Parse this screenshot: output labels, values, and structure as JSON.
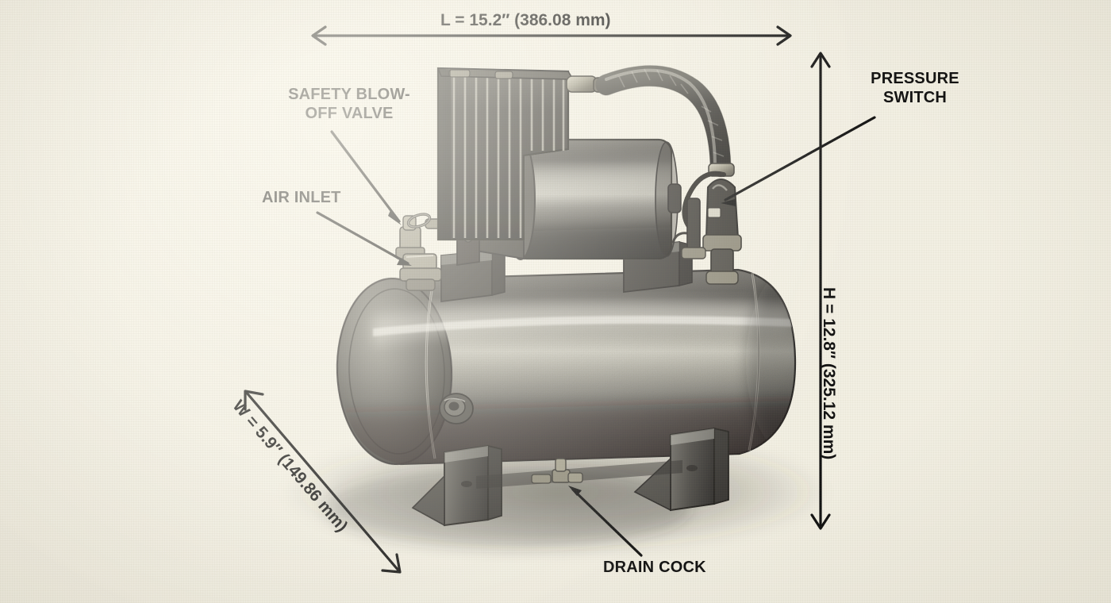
{
  "illustration": {
    "subject": "portable air compressor with horizontal air tank",
    "style": "pencil sketch technical illustration",
    "background_color": "#f2efe3",
    "ink_color": "#111111"
  },
  "dimensions": {
    "length": {
      "id": "L",
      "text": "L = 15.2″ (386.08 mm)",
      "orientation": "horizontal",
      "position": "top"
    },
    "height": {
      "id": "H",
      "text": "H = 12.8″ (325.12 mm)",
      "orientation": "vertical",
      "position": "right"
    },
    "width": {
      "id": "W",
      "text": "W = 5.9″ (149.86 mm)",
      "orientation": "diagonal",
      "position": "bottom-left"
    }
  },
  "callouts": [
    {
      "id": "safety-blow-off-valve",
      "label": "SAFETY BLOW-\nOFF VALVE"
    },
    {
      "id": "air-inlet",
      "label": "AIR INLET"
    },
    {
      "id": "pressure-switch",
      "label": "PRESSURE\nSWITCH"
    },
    {
      "id": "drain-cock",
      "label": "DRAIN COCK"
    }
  ]
}
